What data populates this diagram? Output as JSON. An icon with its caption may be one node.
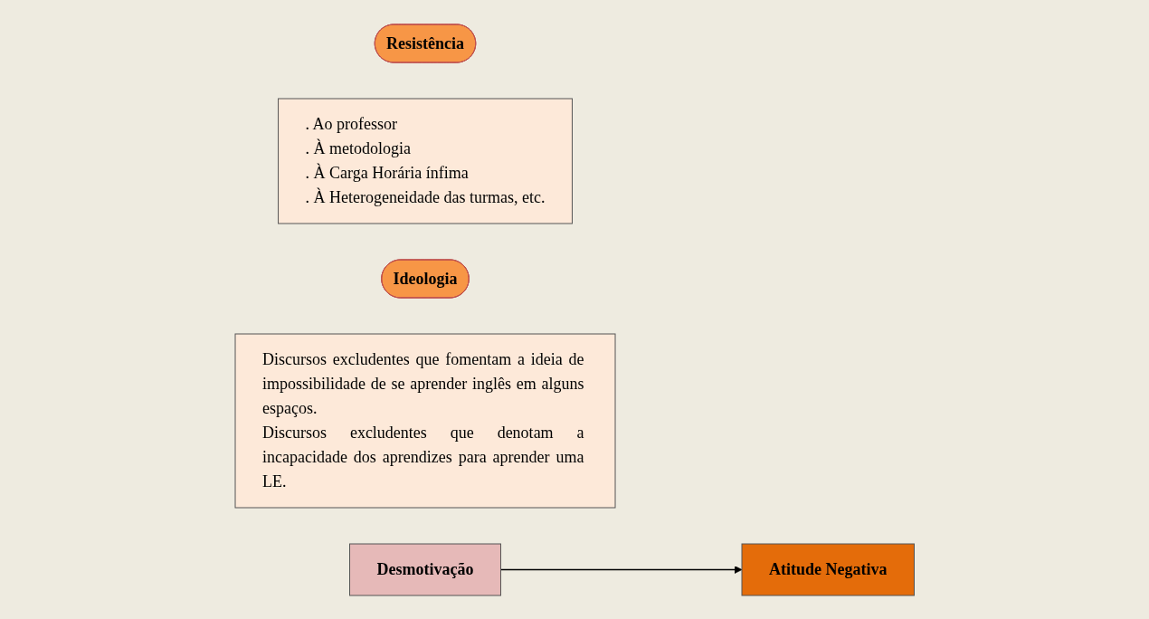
{
  "diagram": {
    "nodes": [
      {
        "text": [
          "Resistência"
        ]
      },
      {
        "text": [
          ". Ao professor",
          ". À metodologia",
          ". À Carga Horária ínfima",
          ". À Heterogeneidade das turmas, etc."
        ]
      },
      {
        "text": [
          "Ideologia"
        ]
      },
      {
        "text": [
          "Discursos excludentes que fomentam a ideia de impossibilidade de se aprender inglês em alguns espaços.",
          "Discursos excludentes que denotam a incapacidade dos aprendizes para aprender uma LE."
        ]
      },
      {
        "text": [
          "Desmotivação"
        ]
      },
      {
        "text": [
          "Atitude Negativa"
        ]
      }
    ],
    "edges": [
      {
        "from": 4,
        "to": 5,
        "arrow": "to"
      }
    ]
  }
}
